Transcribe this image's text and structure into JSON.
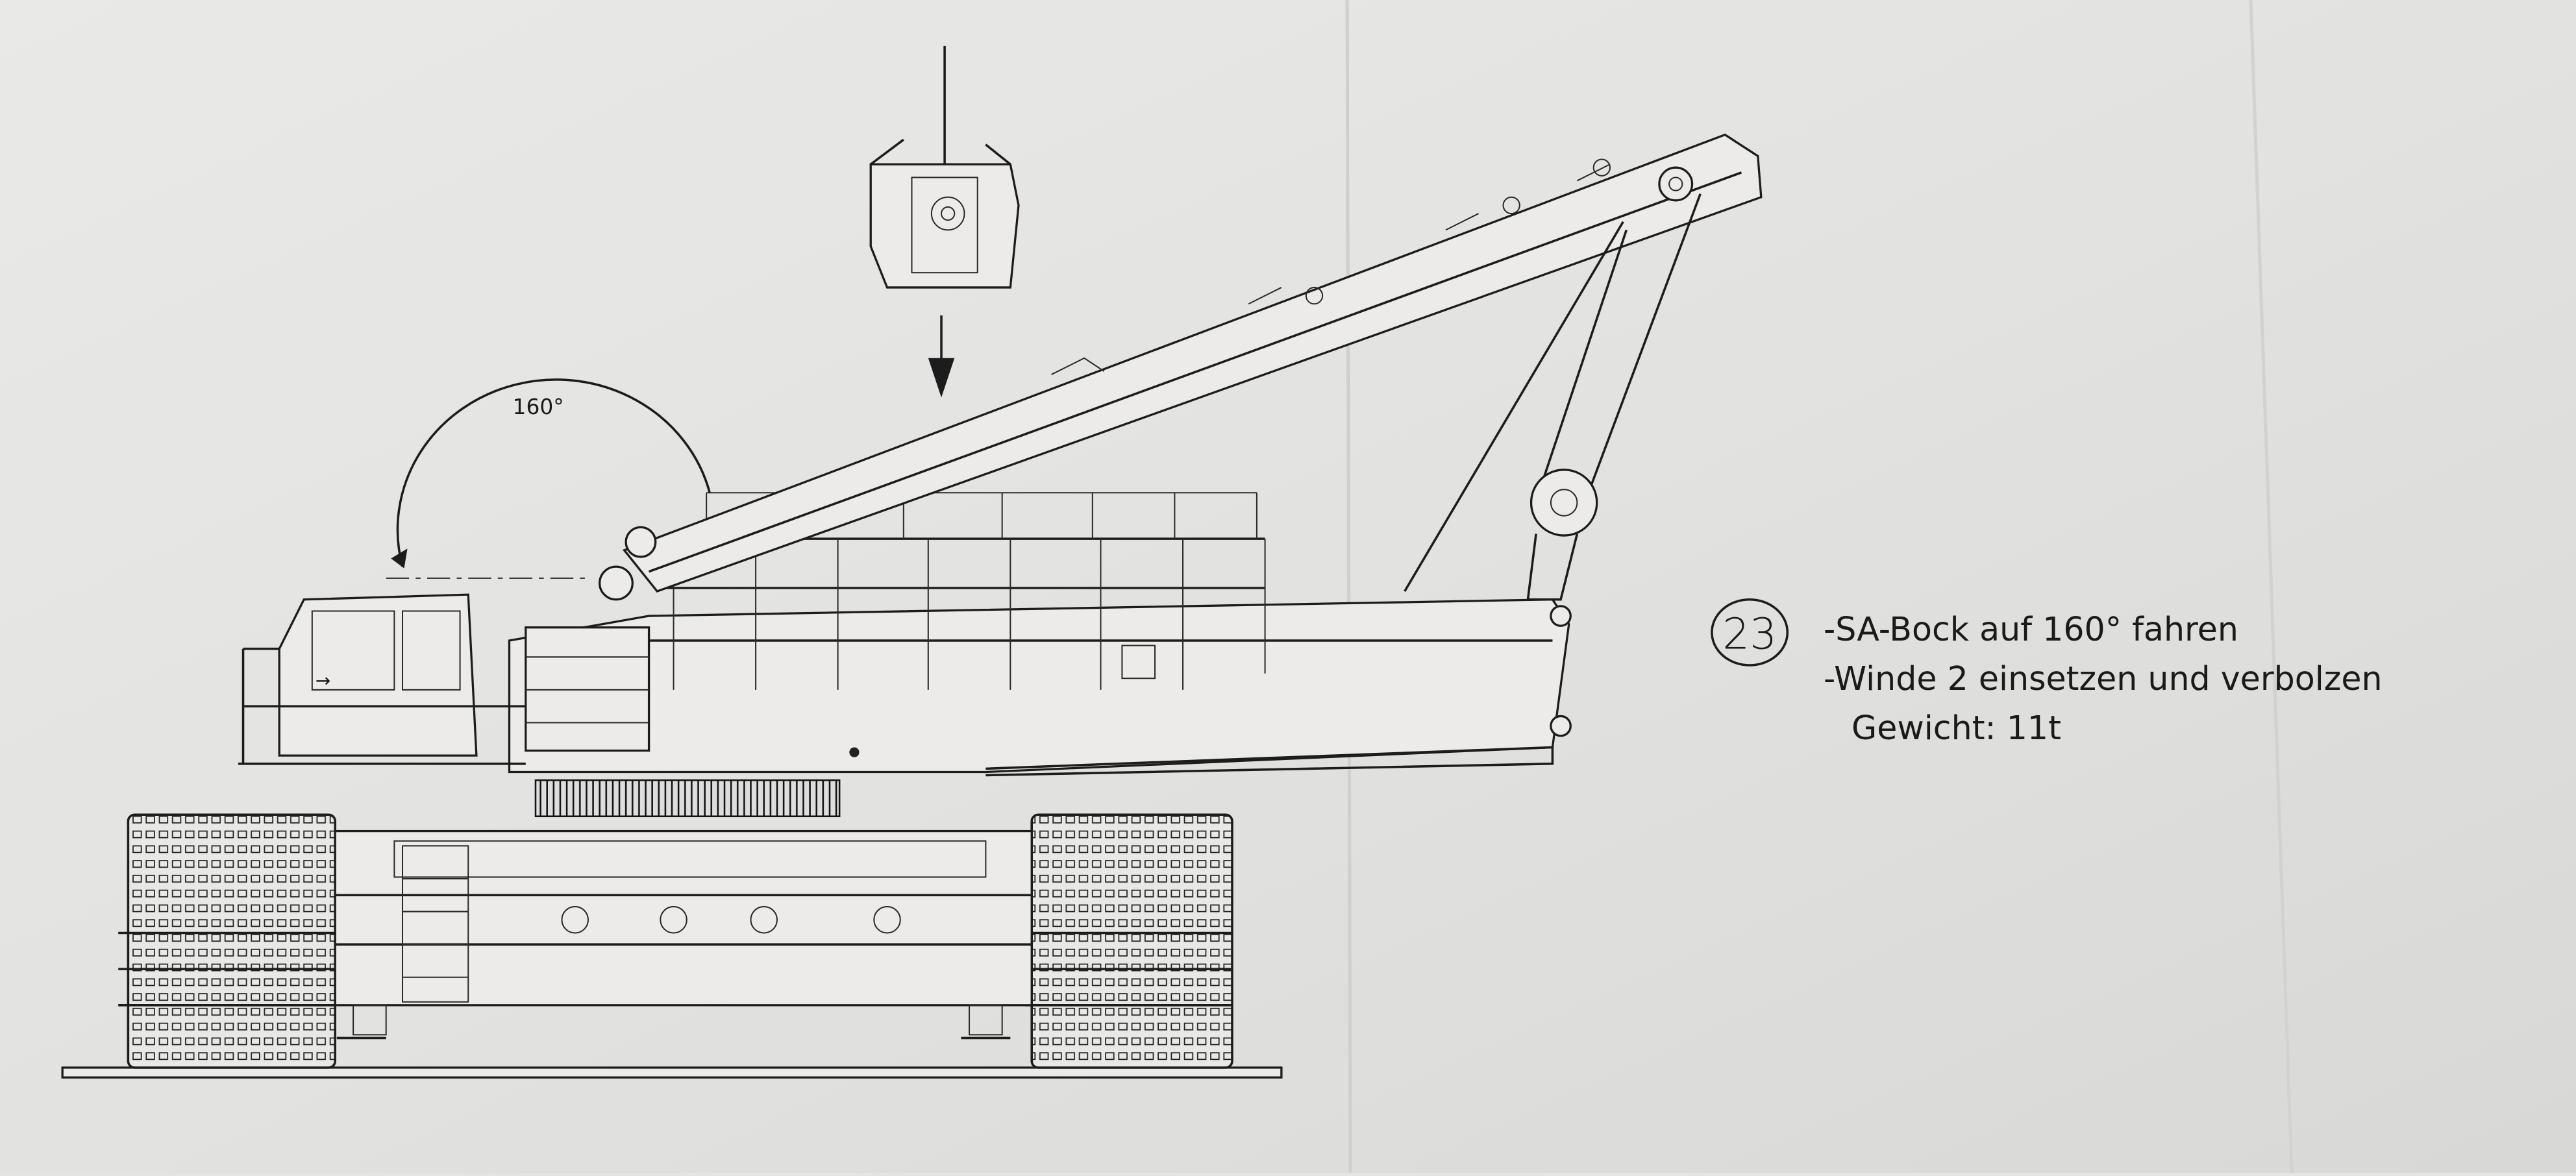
{
  "drawing": {
    "angle_label": "160°",
    "step_number": "23",
    "instructions": [
      "-SA-Bock auf 160° fahren",
      "-Winde 2 einsetzen und verbolzen",
      "Gewicht: 11t"
    ]
  },
  "colors": {
    "paper": "#e4e4e2",
    "ink": "#1c1c1c"
  }
}
